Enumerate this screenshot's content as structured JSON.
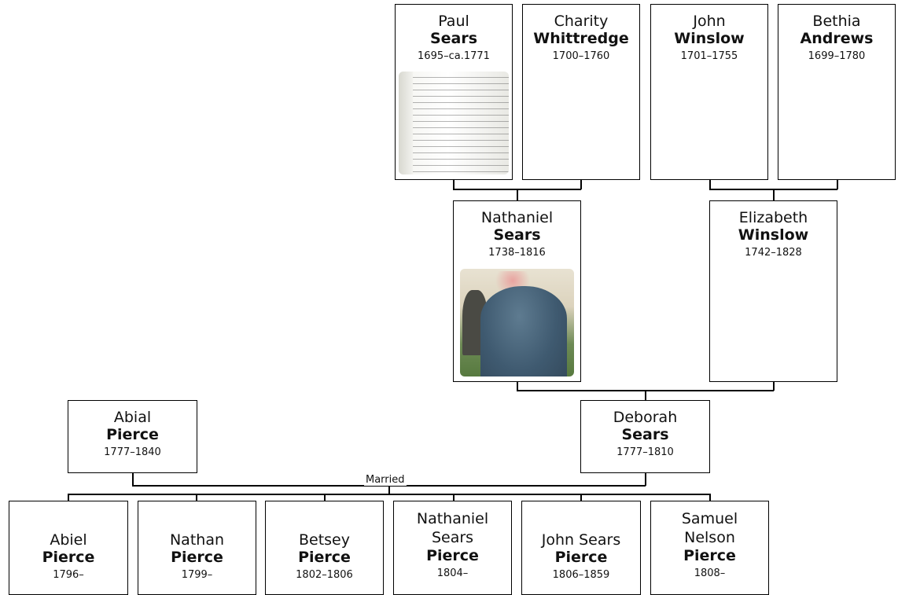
{
  "great_grandparents": [
    {
      "given": "Paul",
      "surname": "Sears",
      "years": "1695–ca.1771"
    },
    {
      "given": "Charity",
      "surname": "Whittredge",
      "years": "1700–1760"
    },
    {
      "given": "John",
      "surname": "Winslow",
      "years": "1701–1755"
    },
    {
      "given": "Bethia",
      "surname": "Andrews",
      "years": "1699–1780"
    }
  ],
  "grandparents": [
    {
      "given": "Nathaniel",
      "surname": "Sears",
      "years": "1738–1816"
    },
    {
      "given": "Elizabeth",
      "surname": "Winslow",
      "years": "1742–1828"
    }
  ],
  "parents": [
    {
      "given": "Abial",
      "surname": "Pierce",
      "years": "1777–1840"
    },
    {
      "given": "Deborah",
      "surname": "Sears",
      "years": "1777–1810"
    }
  ],
  "marriage_label": "Married",
  "children": [
    {
      "given": "Abiel",
      "surname": "Pierce",
      "years": "1796–"
    },
    {
      "given": "Nathan",
      "surname": "Pierce",
      "years": "1799–"
    },
    {
      "given": "Betsey",
      "surname": "Pierce",
      "years": "1802–1806"
    },
    {
      "given": "Nathaniel Sears",
      "surname": "Pierce",
      "years": "1804–"
    },
    {
      "given": "John Sears",
      "surname": "Pierce",
      "years": "1806–1859"
    },
    {
      "given": "Samuel Nelson",
      "surname": "Pierce",
      "years": "1808–"
    }
  ]
}
